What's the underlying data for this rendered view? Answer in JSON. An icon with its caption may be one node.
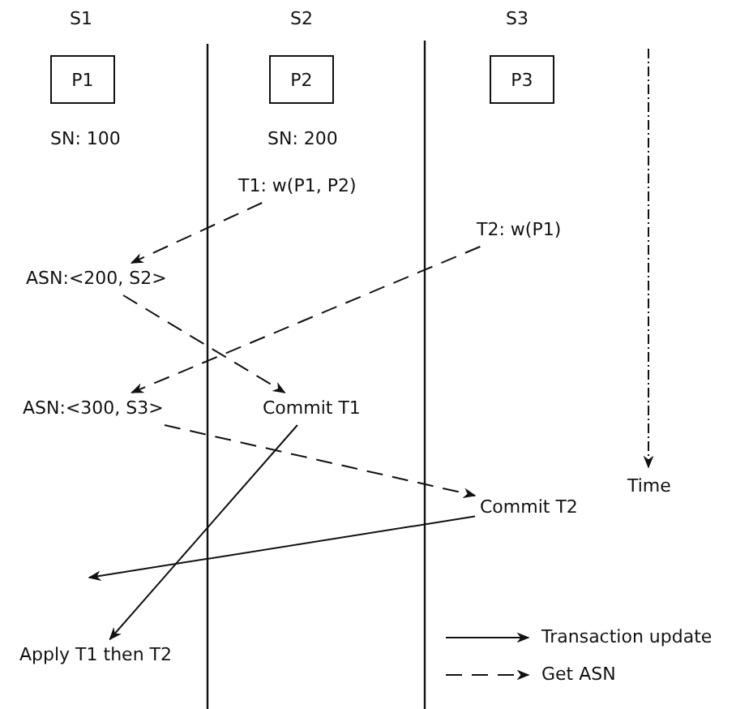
{
  "diagram": {
    "nodes": [
      {
        "text": [
          "P1"
        ]
      },
      {
        "text": [
          "P2"
        ]
      },
      {
        "text": [
          "P3"
        ]
      },
      {
        "text": [
          "T1: w(P1, P2)"
        ]
      },
      {
        "text": [
          "ASN:<200, S2>"
        ]
      },
      {
        "text": [
          "T2: w(P1)"
        ]
      },
      {
        "text": [
          "ASN:<300, S3>"
        ]
      },
      {
        "text": [
          "Commit T1"
        ]
      },
      {
        "text": [
          "Commit T2"
        ]
      },
      {
        "text": [
          "Apply T1 then T2"
        ]
      }
    ],
    "edges": [
      {
        "from": 3,
        "to": 4,
        "arrow": "to",
        "style": "dashed"
      },
      {
        "from": 5,
        "to": 6,
        "arrow": "to",
        "style": "dashed"
      },
      {
        "from": 4,
        "to": 7,
        "arrow": "to",
        "style": "dashed"
      },
      {
        "from": 6,
        "to": 8,
        "arrow": "to",
        "style": "dashed"
      },
      {
        "from": 7,
        "to": 9,
        "arrow": "to"
      },
      {
        "from": 8,
        "to": null,
        "arrow": "to"
      }
    ],
    "labels": [
      "S1",
      "S2",
      "S3",
      "SN: 100",
      "SN: 200",
      "Time"
    ],
    "legend": [
      {
        "text": "Transaction update"
      },
      {
        "text": "Get ASN"
      }
    ]
  }
}
